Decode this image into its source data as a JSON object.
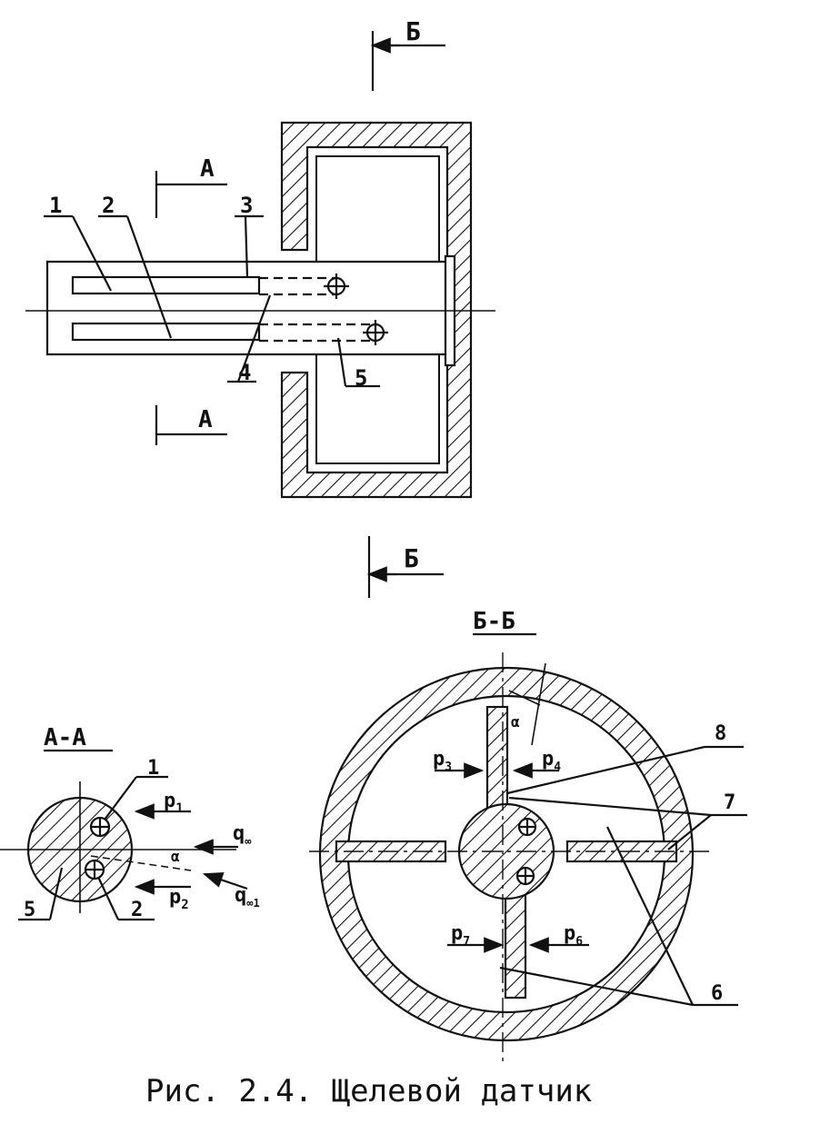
{
  "caption": "Рис. 2.4. Щелевой датчик",
  "main_view": {
    "section_mark_top": "Б",
    "section_mark_bottom": "Б",
    "section_mark_a_top": "А",
    "section_mark_a_bottom": "А",
    "callouts": [
      "1",
      "2",
      "3",
      "4",
      "5"
    ]
  },
  "section_aa": {
    "title": "А-А",
    "callouts": [
      "1",
      "2",
      "5"
    ],
    "p1_main": "p",
    "p1_sub": "1",
    "p2_main": "p",
    "p2_sub": "2",
    "q0_main": "q",
    "q0_sub": "∞",
    "q1_main": "q",
    "q1_sub": "∞1",
    "alpha": "α"
  },
  "section_bb": {
    "title": "Б-Б",
    "callouts": [
      "8",
      "7",
      "6"
    ],
    "p3_main": "p",
    "p3_sub": "3",
    "p4_main": "p",
    "p4_sub": "4",
    "p7_main": "p",
    "p7_sub": "7",
    "p6_main": "p",
    "p6_sub": "6",
    "alpha": "α"
  }
}
